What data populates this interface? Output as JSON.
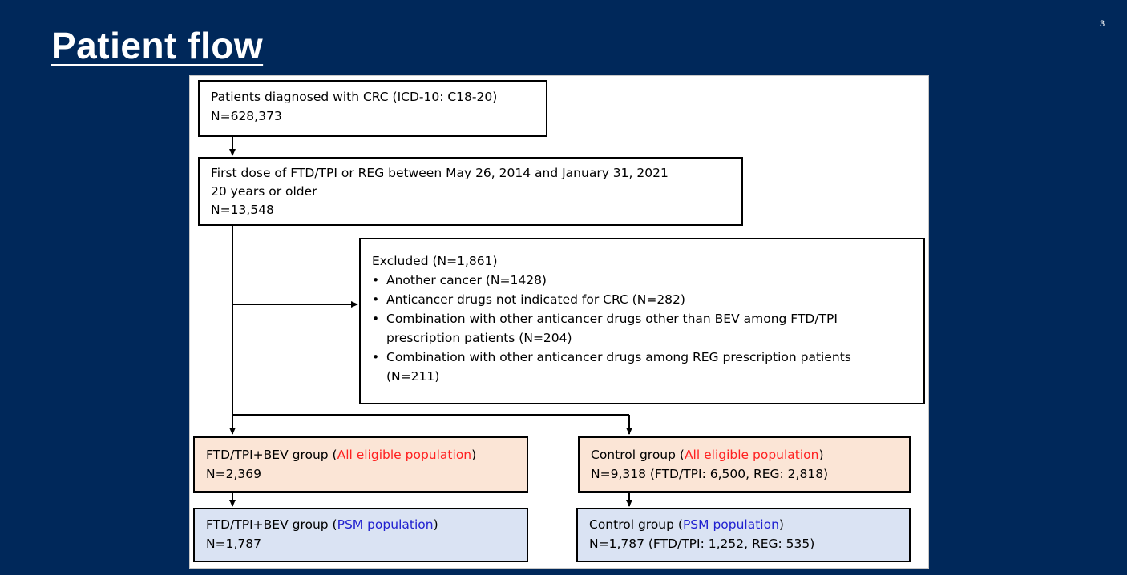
{
  "slide": {
    "title": "Patient flow",
    "page_number": "3"
  },
  "diagram": {
    "box1": {
      "line1": "Patients diagnosed with CRC (ICD-10: C18-20)",
      "line2": "N=628,373"
    },
    "box2": {
      "line1": "First dose of FTD/TPI or REG between May 26, 2014 and January 31, 2021",
      "line2": "20 years or older",
      "line3": "N=13,548"
    },
    "excluded": {
      "heading": "Excluded (N=1,861)",
      "items": [
        "Another cancer (N=1428)",
        "Anticancer drugs not indicated for CRC (N=282)",
        "Combination with other anticancer drugs other than BEV among FTD/TPI",
        "prescription patients (N=204)",
        "Combination with other anticancer drugs among REG prescription patients",
        "(N=211)"
      ]
    },
    "ftd_all": {
      "label": "FTD/TPI+BEV group (",
      "population": "All eligible population",
      "close": ")",
      "n": "N=2,369"
    },
    "control_all": {
      "label": "Control group (",
      "population": "All eligible population",
      "close": ")",
      "n": "N=9,318 (FTD/TPI: 6,500, REG: 2,818)"
    },
    "ftd_psm": {
      "label": "FTD/TPI+BEV group (",
      "population": "PSM population",
      "close": ")",
      "n": "N=1,787"
    },
    "control_psm": {
      "label": "Control group (",
      "population": "PSM population",
      "close": ")",
      "n": "N=1,787 (FTD/TPI: 1,252, REG: 535)"
    }
  },
  "colors": {
    "background": "#00285a",
    "all_eligible_fill": "#fbe5d6",
    "psm_fill": "#dae3f3",
    "all_eligible_text": "#ff2020",
    "psm_text": "#2020d0"
  }
}
